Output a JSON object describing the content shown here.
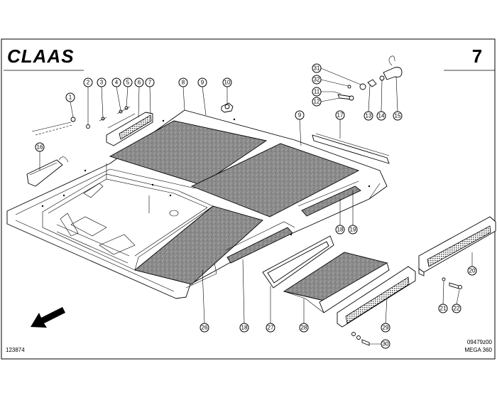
{
  "header": {
    "brand": "CLAAS",
    "page_number": "7"
  },
  "footer": {
    "left_code": "123874",
    "drawing_code": "09479z00",
    "model": "MEGA 360"
  },
  "callouts": [
    "1",
    "2",
    "3",
    "4",
    "5",
    "6",
    "7",
    "8",
    "9",
    "10",
    "31",
    "32",
    "11",
    "12",
    "13",
    "14",
    "15",
    "9",
    "17",
    "16",
    "18",
    "19",
    "20",
    "21",
    "22",
    "26",
    "18",
    "27",
    "28",
    "29",
    "30"
  ]
}
